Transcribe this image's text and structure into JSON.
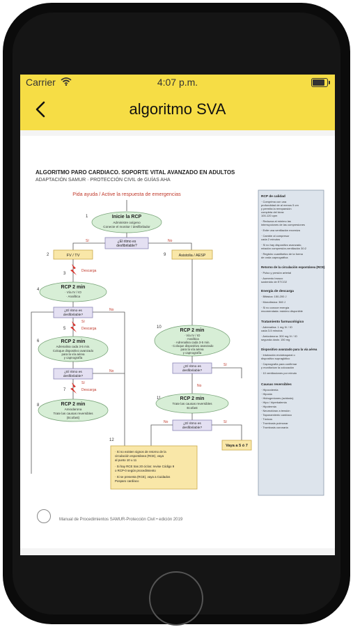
{
  "status": {
    "carrier": "Carrier",
    "time": "4:07 p.m."
  },
  "nav": {
    "title": "algoritmo SVA"
  },
  "doc": {
    "title": "ALGORITMO PARO CARDIACO. SOPORTE VITAL AVANZADO EN ADULTOS",
    "subtitle": "ADAPTACIÓN SAMUR · PROTECCIÓN CIVIL de GUÍAS AHA",
    "header": "Pida ayuda / Active la respuesta de emergencias",
    "start": {
      "title": "Inicie la RCP",
      "line1": "Administre oxígeno",
      "line2": "Conecte el monitor / desfibrilador"
    },
    "q1": {
      "line1": "¿El ritmo es",
      "line2": "desfibrilable?"
    },
    "yes": "Sí",
    "no": "No",
    "num2": "2",
    "num3": "3",
    "num4": "4",
    "num5": "5",
    "num6": "6",
    "num7": "7",
    "num8": "8",
    "num9": "9",
    "num10": "10",
    "num11": "11",
    "num12": "12",
    "fvtv": "FV / TV",
    "asistolia": "Asistolia / AESP",
    "descarga": "Descarga",
    "rcp2": "RCP 2 min",
    "l4a": "· Vía IV / IO",
    "l4b": "· Analítica",
    "q2": {
      "line1": "¿El ritmo es",
      "line2": "desfibrilable?"
    },
    "l6a": "Adrenalina cada 3-5 min.",
    "l6b": "Coloque dispositivo avanzado",
    "l6c": "para la vía aérea",
    "l6d": "y capnografía",
    "q3": {
      "line1": "¿El ritmo es",
      "line2": "desfibrilable?"
    },
    "l8a": "Amiodarona",
    "l8b": "Trate las causas reversibles",
    "l8c": "(Ecofast)",
    "l10a": "· Vía IV / IO",
    "l10b": "· Analítica",
    "l10c": "· Adrenalina cada 3-5 min.",
    "l10d": "· Coloque dispositivo avanzado",
    "l10e": "para la vía aérea",
    "l10f": "y capnografía",
    "q4": {
      "line1": "¿El ritmo es",
      "line2": "desfibrilable?"
    },
    "l11a": "Trate las causas reversibles",
    "l11b": "Ecofast",
    "q5": {
      "line1": "¿El ritmo es",
      "line2": "desfibrilable?"
    },
    "vaya": "Vaya a 5 ó 7",
    "box12": {
      "l1": "· Si no existen signos de retorno de la",
      "l2": "circulación espontánea (RCE), vaya",
      "l3": "al punto 10 u 11",
      "l4": "· Si hay RCE tras 20 ciclos: revise Código 9",
      "l5": "o RCP-0 según procedimiento",
      "l6": "· Si se presenta (RCE), vaya a Cuidados",
      "l7": "Posparo cardíaco"
    },
    "footer": "Manual de Procedimientos SAMUR-Protección Civil • edición 2019",
    "sidebar": {
      "s1": "RCP de calidad",
      "a1": "· Comprima con una",
      "a2": "profundidad de al menos 5 cm",
      "a3": "y permita la reexpansión",
      "a4": "completa del tórax",
      "a5": "100-120 cpm",
      "a6": "· Reduzca al mínimo las",
      "a7": "interrupciones de las compresiones",
      "a8": "· Evite una ventilación excesiva",
      "a9": "· Cambie al compresor",
      "a10": "cada 2 minutos",
      "a11": "· Si no hay dispositivo avanzado,",
      "a12": "relación compresión-ventilación 30:2",
      "a13": "· Registro cuantitativo de la forma",
      "a14": "de onda capnográfica",
      "s2": "Retorno de la circulación espontánea (RCE)",
      "b1": "· Pulso y presión arterial",
      "b2": "· Aumento brusco",
      "b3": "sostenido de ETCO2",
      "s3": "Energía de descarga",
      "c1": "· Bifásica: 150-200 J",
      "c2": "· Monofásica: 360 J",
      "c3": "· Si no conoce energía",
      "c4": "recomendada: máximo disponible",
      "s4": "Tratamiento farmacológico",
      "d1": "· Adrenalina: 1 mg IV / IO",
      "d2": "cada 3-5 minutos",
      "d3": "· Amiodarona: 300 mg IV / IO",
      "d4": "segunda dosis: 150 mg",
      "s5": "Dispositivo avanzado para la vía aérea",
      "e1": "· Intubación endotraqueal o",
      "e2": "dispositivo supraglótico",
      "e3": "· Capnografía para confirmar",
      "e4": "y monitorizar la colocación",
      "e5": "· 10 ventilaciones por minuto",
      "s6": "Causas reversibles",
      "f1": "· Hipovolemia",
      "f2": "· Hipoxia",
      "f3": "· Hidrogeniones (acidosis)",
      "f4": "· Hipo / hiperkalemia",
      "f5": "· Hipotermia",
      "f6": "· Neumotórax a tensión",
      "f7": "· Taponamiento cardíaco",
      "f8": "· Tóxicos",
      "f9": "· Trombosis pulmonar",
      "f10": "· Trombosis coronaria"
    }
  },
  "colors": {
    "navbar": "#f6dd45",
    "flowBubble": "#d7eed6",
    "flowBox": "#f9e7a8",
    "sidebar": "#dde4ec",
    "header": "#c0392b",
    "shock": "#d9302a"
  }
}
